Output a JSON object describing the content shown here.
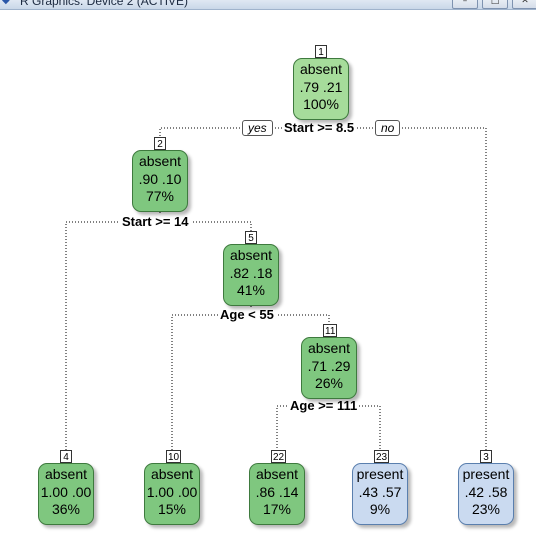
{
  "window": {
    "title": "R Graphics: Device 2 (ACTIVE)",
    "controls": [
      "minimize",
      "maximize",
      "close"
    ]
  },
  "colors": {
    "absent_fill": "#7fc77f",
    "absent_fill_root": "#a6dc9b",
    "present_fill": "#cadaf0",
    "edge": "#000000"
  },
  "tree": {
    "branch_labels": {
      "yes": "yes",
      "no": "no"
    },
    "nodes": [
      {
        "id": "1",
        "class": "absent",
        "probs": ".79  .21",
        "pct": "100%"
      },
      {
        "id": "2",
        "class": "absent",
        "probs": ".90  .10",
        "pct": "77%"
      },
      {
        "id": "5",
        "class": "absent",
        "probs": ".82  .18",
        "pct": "41%"
      },
      {
        "id": "11",
        "class": "absent",
        "probs": ".71  .29",
        "pct": "26%"
      },
      {
        "id": "4",
        "class": "absent",
        "probs": "1.00  .00",
        "pct": "36%"
      },
      {
        "id": "10",
        "class": "absent",
        "probs": "1.00  .00",
        "pct": "15%"
      },
      {
        "id": "22",
        "class": "absent",
        "probs": ".86  .14",
        "pct": "17%"
      },
      {
        "id": "23",
        "class": "present",
        "probs": ".43  .57",
        "pct": "9%"
      },
      {
        "id": "3",
        "class": "present",
        "probs": ".42  .58",
        "pct": "23%"
      }
    ],
    "splits": [
      {
        "node": "1",
        "label": "Start >= 8.5"
      },
      {
        "node": "2",
        "label": "Start >= 14"
      },
      {
        "node": "5",
        "label": "Age < 55"
      },
      {
        "node": "11",
        "label": "Age >= 111"
      }
    ],
    "edges": [
      {
        "from": "1",
        "to": "2"
      },
      {
        "from": "1",
        "to": "3"
      },
      {
        "from": "2",
        "to": "4"
      },
      {
        "from": "2",
        "to": "5"
      },
      {
        "from": "5",
        "to": "10"
      },
      {
        "from": "5",
        "to": "11"
      },
      {
        "from": "11",
        "to": "22"
      },
      {
        "from": "11",
        "to": "23"
      }
    ]
  }
}
